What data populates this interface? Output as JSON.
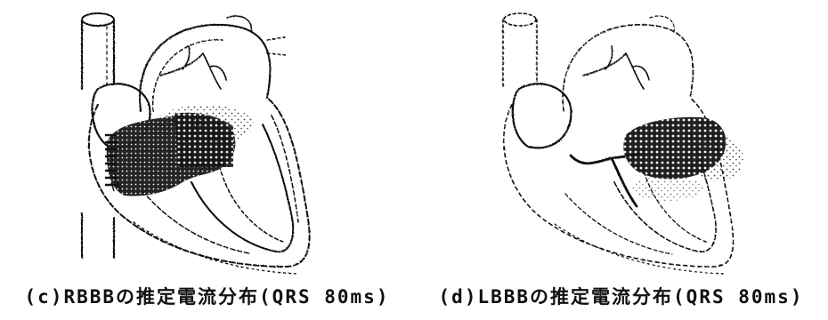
{
  "figures": [
    {
      "caption": "(c)RBBBの推定電流分布(QRS 80ms)",
      "icon": "heart-conduction-diagram"
    },
    {
      "caption": "(d)LBBBの推定電流分布(QRS 80ms)",
      "icon": "heart-conduction-diagram"
    }
  ],
  "colors": {
    "ink": "#111111",
    "background": "#ffffff"
  }
}
